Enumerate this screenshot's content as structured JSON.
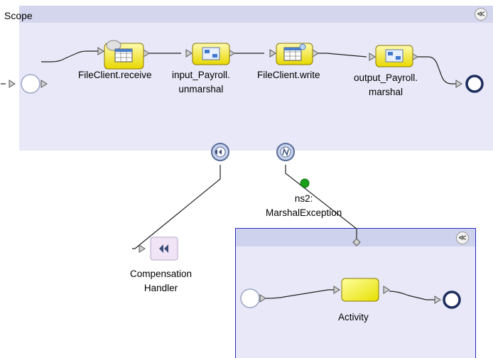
{
  "scope": {
    "title": "Scope",
    "collapse_glyph": "≪"
  },
  "flow": {
    "nodes": [
      {
        "label": "FileClient.receive",
        "icon": "file-client-icon"
      },
      {
        "label": "input_Payroll.\nunmarshal",
        "icon": "transform-icon"
      },
      {
        "label": "FileClient.write",
        "icon": "file-client-icon"
      },
      {
        "label": "output_Payroll.\nmarshal",
        "icon": "transform-icon"
      }
    ]
  },
  "handlers": {
    "compensation": {
      "label": "Compensation\nHandler",
      "glyph": "◀◀"
    },
    "fault": {
      "catch_label": "ns2:\nMarshalException",
      "glyph": "N",
      "collapse_glyph": "≪"
    }
  },
  "fault_flow": {
    "activity_label": "Activity"
  },
  "colors": {
    "scope_bg": "#e8e8f8",
    "header_bg": "#d4d6ee",
    "activity_fill": "#f4f000",
    "fault_border": "#2a2abf",
    "status_dot": "#1aa01a"
  }
}
